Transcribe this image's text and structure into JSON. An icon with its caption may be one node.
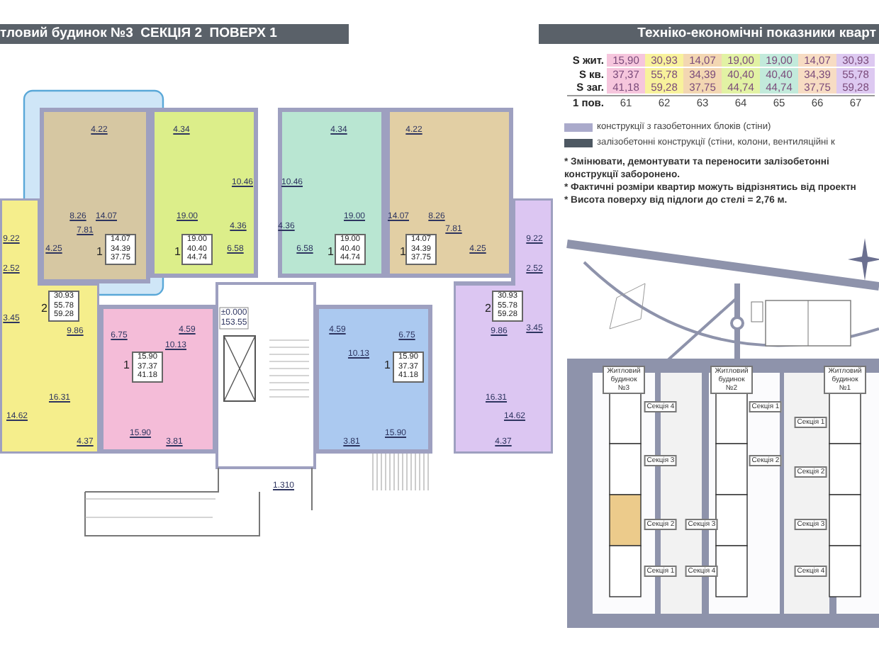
{
  "diagram": {
    "title": "тловий будинок №3  СЕКЦІЯ 2  ПОВЕРХ 1",
    "nodes": [
      {
        "text": [
          "1",
          "14.07 34.39 37.75"
        ]
      },
      {
        "text": [
          "1",
          "19.00 40.40 44.74"
        ]
      },
      {
        "text": [
          "1",
          "19.00 40.40 44.74"
        ]
      },
      {
        "text": [
          "1",
          "14.07 34.39 37.75"
        ]
      },
      {
        "text": [
          "2",
          "30.93 55.78 59.28"
        ]
      },
      {
        "text": [
          "1",
          "15.90 37.37 41.18"
        ]
      },
      {
        "text": [
          "1",
          "15.90 37.37 41.18"
        ]
      },
      {
        "text": [
          "2",
          "30.93 55.78 59.28"
        ]
      },
      {
        "text": [
          "Житловий будинок №3"
        ]
      },
      {
        "text": [
          "Житловий будинок №2"
        ]
      },
      {
        "text": [
          "Житловий будинок №1"
        ]
      },
      {
        "text": [
          "Секція 4"
        ]
      },
      {
        "text": [
          "Секція 3"
        ]
      },
      {
        "text": [
          "Секція 2"
        ]
      },
      {
        "text": [
          "Секція 1"
        ]
      },
      {
        "text": [
          "Секція 3"
        ]
      },
      {
        "text": [
          "Секція 4"
        ]
      },
      {
        "text": [
          "Секція 1"
        ]
      },
      {
        "text": [
          "Секція 2"
        ]
      },
      {
        "text": [
          "Секція 1"
        ]
      },
      {
        "text": [
          "Секція 2"
        ]
      },
      {
        "text": [
          "Секція 3"
        ]
      },
      {
        "text": [
          "Секція 4"
        ]
      }
    ],
    "labels": [
      "Техніко-економічні показники кварт",
      "S жит.",
      "15,90",
      "30,93",
      "14,07",
      "19,00",
      "19,00",
      "14,07",
      "30,93",
      "S кв.",
      "37,37",
      "55,78",
      "34,39",
      "40,40",
      "40,40",
      "34,39",
      "55,78",
      "S заг.",
      "41,18",
      "59,28",
      "37,75",
      "44,74",
      "44,74",
      "37,75",
      "59,28",
      "1 пов.",
      "61",
      "62",
      "63",
      "64",
      "65",
      "66",
      "67",
      "* Змінювати, демонтувати та переносити залізобетонні конструкції заборонено.",
      "* Фактичні розміри квартир можуть відрізнятись від проектн",
      "* Висота поверху від підлоги до стелі = 2,76 м.",
      "4.22",
      "8.26",
      "14.07",
      "7.81",
      "4.25",
      "4.34",
      "10.46",
      "19.00",
      "4.36",
      "6.58",
      "10.46",
      "4.34",
      "4.36",
      "6.58",
      "19.00",
      "4.22",
      "14.07",
      "8.26",
      "7.81",
      "4.25",
      "9.22",
      "2.52",
      "3.45",
      "9.86",
      "16.31",
      "14.62",
      "4.37",
      "6.75",
      "4.59",
      "10.13",
      "15.90",
      "3.81",
      "±0.000",
      "153.55",
      "4.59",
      "6.75",
      "10.13",
      "15.90",
      "3.81",
      "9.22",
      "2.52",
      "3.45",
      "9.86",
      "16.31",
      "14.62",
      "4.37",
      "1.310"
    ],
    "legend": [
      {
        "text": "конструкції з газобетонних блоків (стіни)",
        "color": "#aaaacb"
      },
      {
        "text": "залізобетонні конструкції (стіни, колони, вентиляційні к",
        "color": "#4d5862"
      }
    ]
  }
}
